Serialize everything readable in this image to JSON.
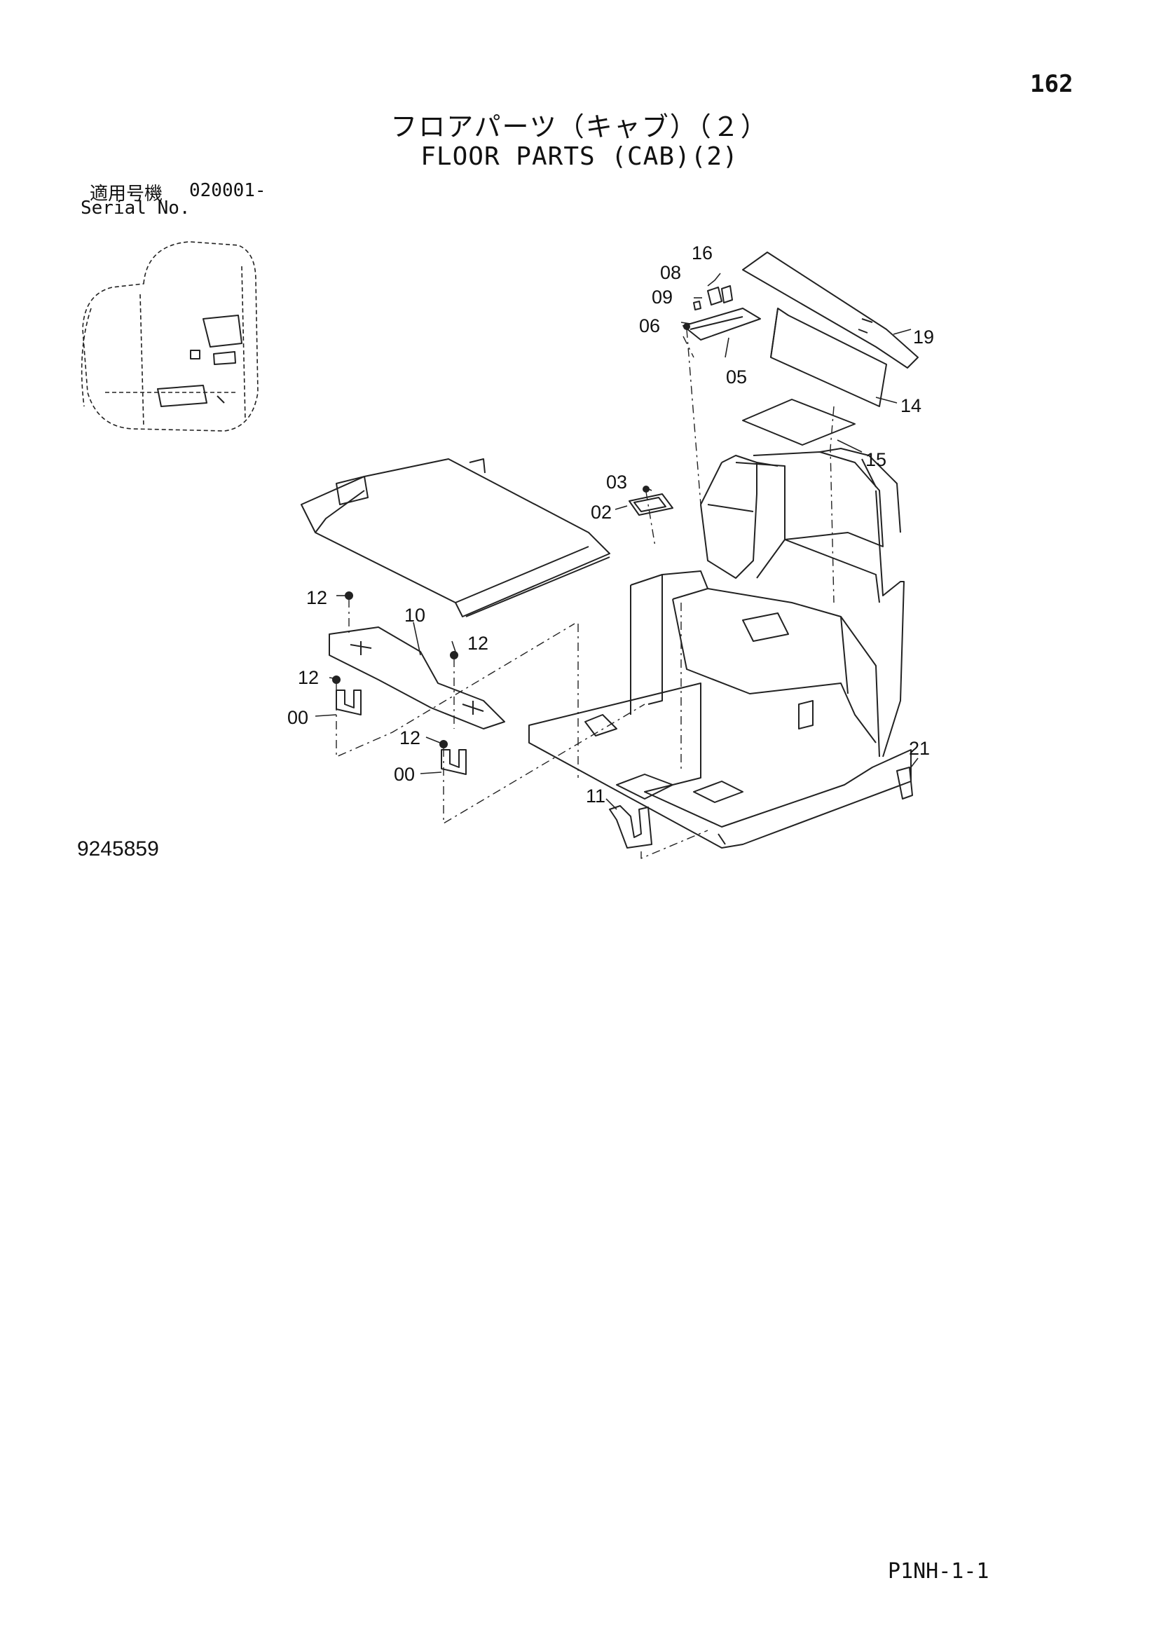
{
  "header": {
    "page_number": "162",
    "title_jp": "フロアパーツ（キャブ）（２）",
    "title_en": "FLOOR PARTS (CAB)(2)",
    "serial_label_jp": "適用号機",
    "serial_range": "020001-",
    "serial_label_en": "Serial No."
  },
  "diagram": {
    "callouts": [
      "16",
      "08",
      "09",
      "06",
      "05",
      "19",
      "14",
      "15",
      "03",
      "02",
      "12",
      "10",
      "12",
      "12",
      "00",
      "12",
      "00",
      "11",
      "21"
    ]
  },
  "footer": {
    "drawing_number": "9245859",
    "sheet_code": "P1NH-1-1"
  }
}
